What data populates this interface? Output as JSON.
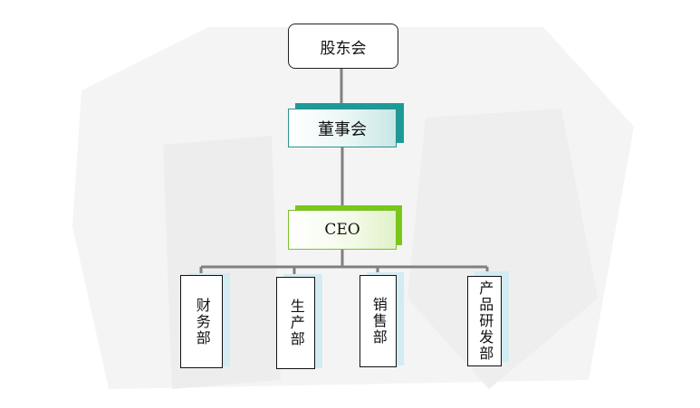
{
  "org_chart": {
    "shareholders": "股东会",
    "board": "董事会",
    "ceo": "CEO",
    "departments": [
      "财务部",
      "生产部",
      "销售部",
      "产品研发部"
    ]
  },
  "colors": {
    "line": "#808080",
    "board_accent": "#1c9a98",
    "ceo_accent": "#78c81a",
    "dept_shadow": "#d3ebf2"
  }
}
